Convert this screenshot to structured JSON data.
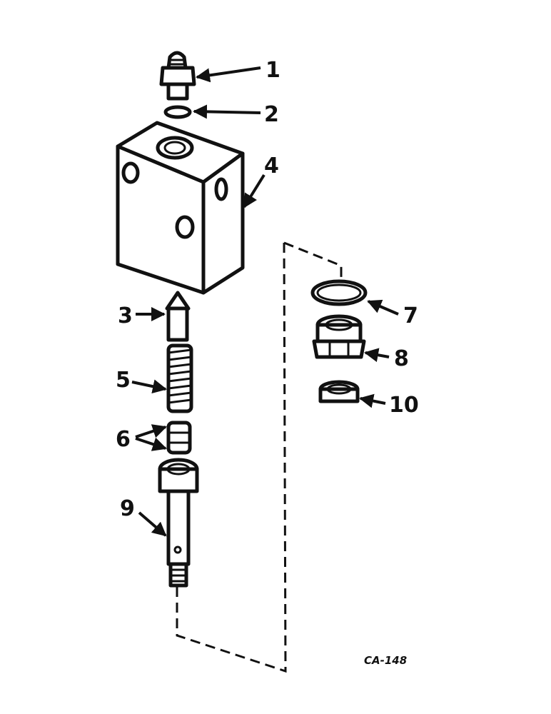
{
  "callouts": [
    {
      "id": "1",
      "text": "1"
    },
    {
      "id": "2",
      "text": "2"
    },
    {
      "id": "3",
      "text": "3"
    },
    {
      "id": "4",
      "text": "4"
    },
    {
      "id": "5",
      "text": "5"
    },
    {
      "id": "6",
      "text": "6"
    },
    {
      "id": "7",
      "text": "7"
    },
    {
      "id": "8",
      "text": "8"
    },
    {
      "id": "9",
      "text": "9"
    },
    {
      "id": "10",
      "text": "10"
    }
  ],
  "figure_code": "CA-148",
  "colors": {
    "ink": "#111111",
    "paper": "#ffffff"
  }
}
